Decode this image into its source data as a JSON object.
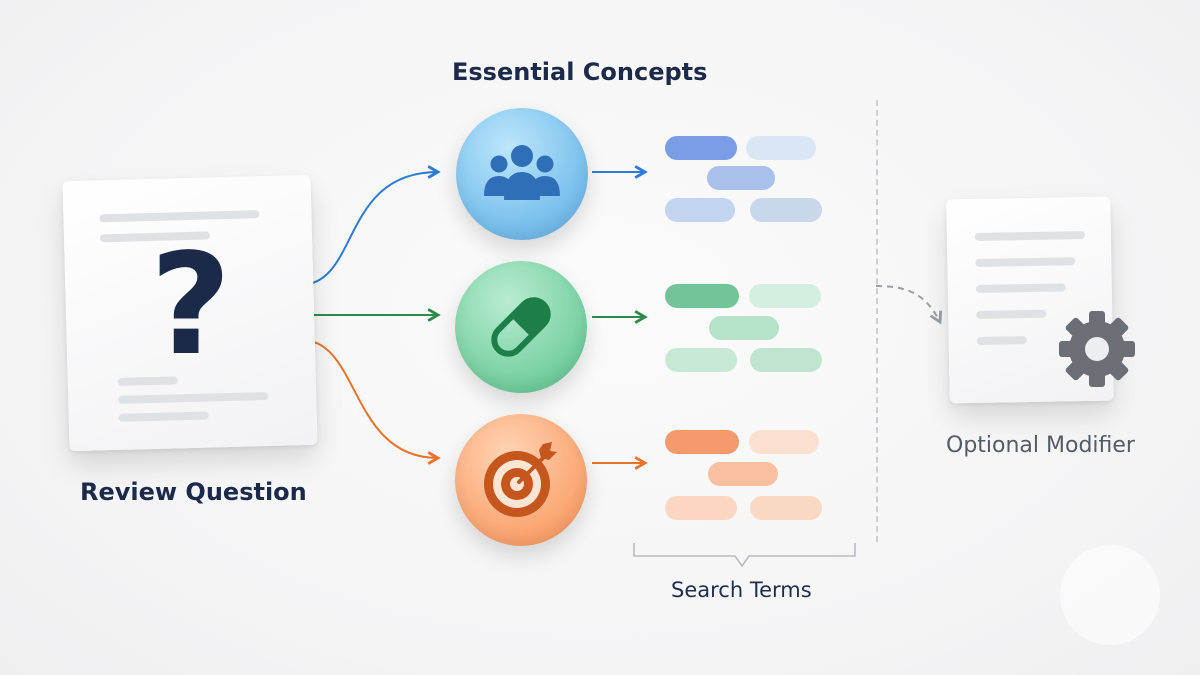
{
  "title": "Essential Concepts",
  "review": {
    "label": "Review Question",
    "symbol": "?"
  },
  "concepts": [
    {
      "icon": "people-group-icon",
      "color": "#2f6fb8"
    },
    {
      "icon": "capsule-pill-icon",
      "color": "#1e7e4a"
    },
    {
      "icon": "target-arrow-icon",
      "color": "#c4561e"
    }
  ],
  "search_terms_label": "Search Terms",
  "modifier": {
    "label": "Optional Modifier",
    "icon": "gear-icon"
  },
  "colors": {
    "blue": "#2e7bd6",
    "green": "#2e8a48",
    "orange": "#e8732c",
    "text_dark": "#1c2a4a",
    "text_gray": "#555b66"
  }
}
